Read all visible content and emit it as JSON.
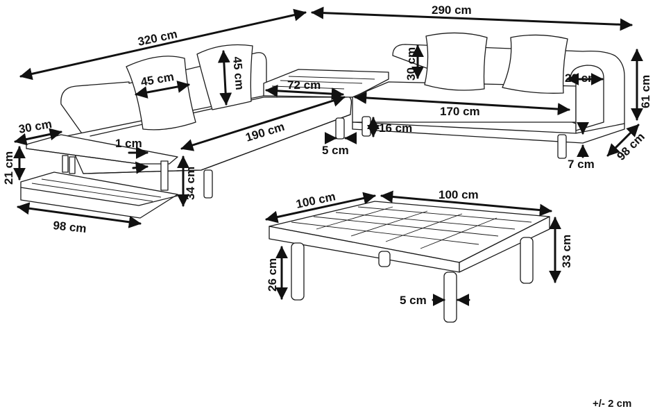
{
  "dimensions": {
    "sofa_length": "320 cm",
    "corner_length": "290 cm",
    "pillow_width": "45 cm",
    "pillow_height": "45 cm",
    "corner_table": "72 cm",
    "seat_length": "190 cm",
    "back_height": "30 cm",
    "seat_right": "170 cm",
    "arm_width": "20 cm",
    "arm_height": "61 cm",
    "right_depth": "98 cm",
    "leg_height": "16 cm",
    "leg_width": "5 cm",
    "leg_height_right": "7 cm",
    "side_table_width": "30 cm",
    "shelf_thickness": "1 cm",
    "side_table_lower": "21 cm",
    "side_table_height": "34 cm",
    "side_table_length": "98 cm",
    "coffee_table_depth": "100 cm",
    "coffee_table_width": "100 cm",
    "coffee_table_height": "33 cm",
    "coffee_table_leg_height": "26 cm",
    "coffee_table_leg_width": "5 cm"
  },
  "tolerance": "+/- 2 cm"
}
